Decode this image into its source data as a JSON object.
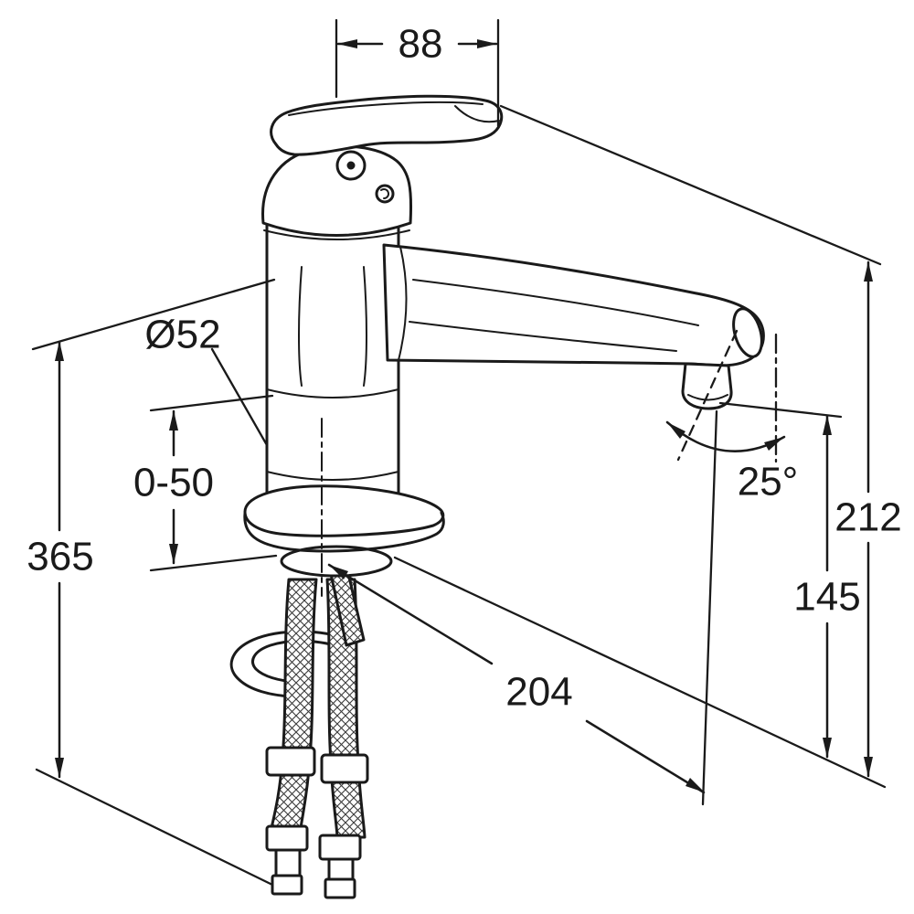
{
  "diagram": {
    "subject": "Single-lever sink mixer tap - dimensional technical line drawing",
    "style": {
      "ink_color": "#1a1a1a",
      "background_color": "#ffffff"
    },
    "dimensions": {
      "handle_width": "88",
      "body_diameter": "Ø52",
      "deck_thickness_range": "0-50",
      "overall_height": "365",
      "spout_angle": "25°",
      "height_above_deck": "212",
      "outlet_height": "145",
      "spout_reach": "204"
    }
  }
}
